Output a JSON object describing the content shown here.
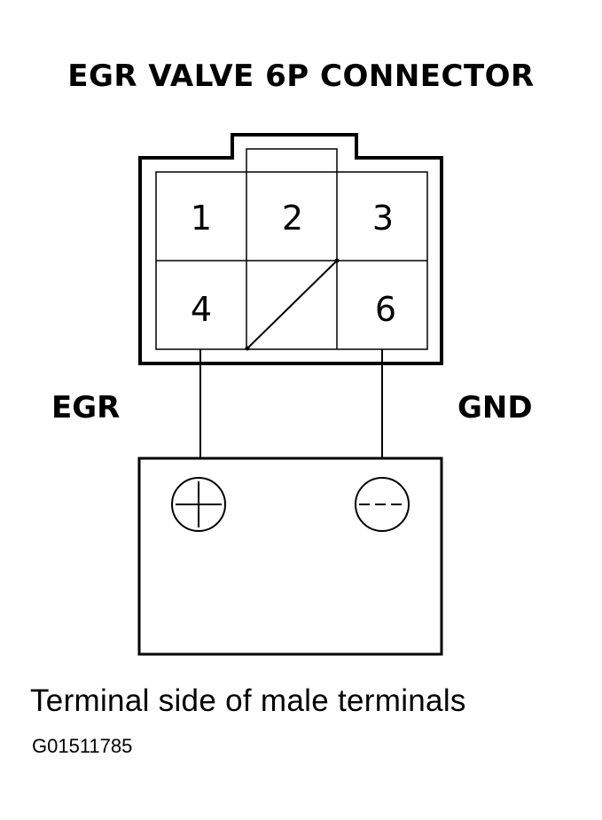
{
  "title": "EGR VALVE 6P CONNECTOR",
  "connector": {
    "pins": [
      {
        "number": "1"
      },
      {
        "number": "2"
      },
      {
        "number": "3"
      },
      {
        "number": "4"
      },
      {
        "number": "6"
      }
    ]
  },
  "wires": {
    "left_label": "EGR",
    "right_label": "GND"
  },
  "battery": {
    "positive_icon": "plus-terminal-icon",
    "negative_icon": "minus-terminal-icon"
  },
  "caption": "Terminal side of male terminals",
  "figure_id": "G01511785"
}
